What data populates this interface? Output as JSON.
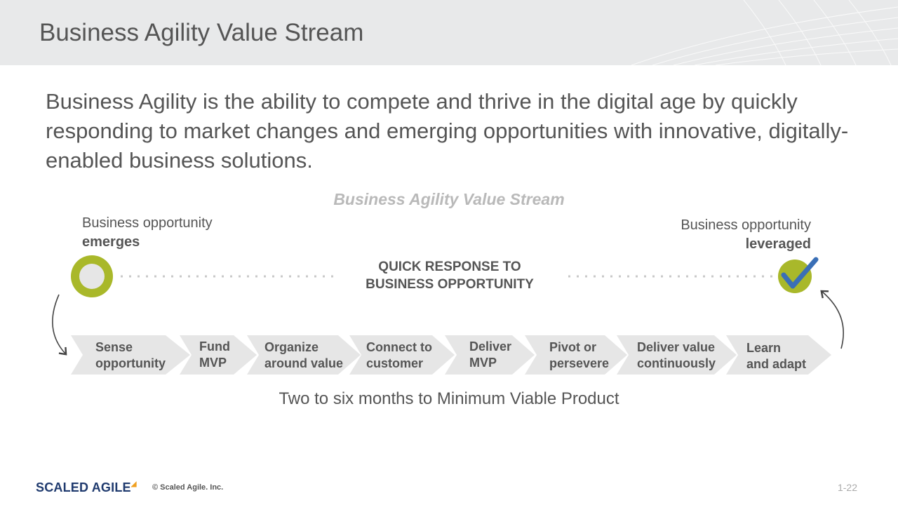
{
  "header": {
    "title": "Business Agility Value Stream"
  },
  "intro": "Business Agility is the ability to compete and thrive in the digital age by quickly responding to market changes and emerging opportunities with innovative, digitally-enabled business solutions.",
  "diagram": {
    "title": "Business Agility Value Stream",
    "start": {
      "line1": "Business opportunity",
      "line2": "emerges"
    },
    "end": {
      "line1": "Business opportunity",
      "line2": "leveraged"
    },
    "center_label": {
      "line1": "QUICK RESPONSE TO",
      "line2": "BUSINESS OPPORTUNITY"
    },
    "stages": [
      {
        "line1": "Sense",
        "line2": "opportunity"
      },
      {
        "line1": "Fund",
        "line2": "MVP"
      },
      {
        "line1": "Organize",
        "line2": "around value"
      },
      {
        "line1": "Connect to",
        "line2": "customer"
      },
      {
        "line1": "Deliver",
        "line2": "MVP"
      },
      {
        "line1": "Pivot or",
        "line2": "persevere"
      },
      {
        "line1": "Deliver value",
        "line2": "continuously"
      },
      {
        "line1": "Learn",
        "line2": "and adapt"
      }
    ],
    "caption": "Two to six months to Minimum Viable Product",
    "colors": {
      "ring": "#a9b82a",
      "check": "#3a6fb6",
      "chevron": "#e6e6e6",
      "dots": "#c8c8c8"
    }
  },
  "footer": {
    "logo": "SCALED AGILE",
    "copyright": "© Scaled Agile. Inc.",
    "page": "1-22"
  }
}
